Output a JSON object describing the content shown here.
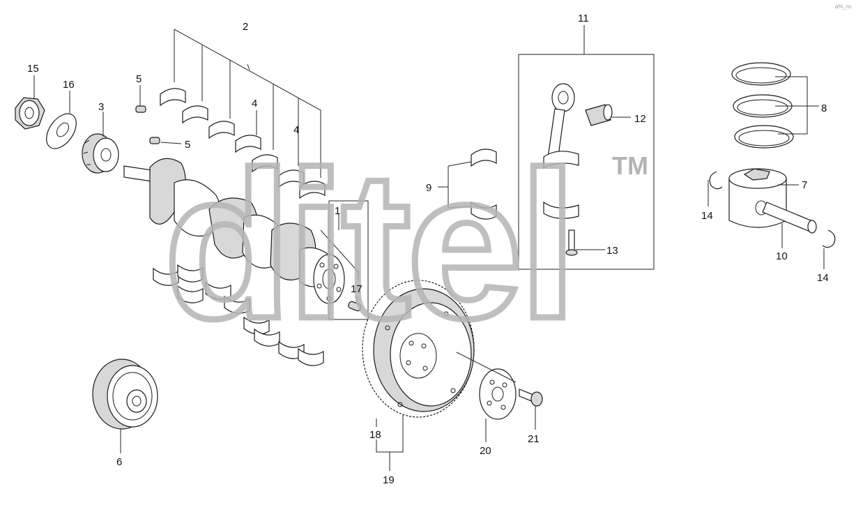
{
  "diagram": {
    "callouts": [
      "1",
      "2",
      "3",
      "4",
      "4",
      "5",
      "5",
      "6",
      "7",
      "8",
      "9",
      "10",
      "11",
      "12",
      "13",
      "14",
      "14",
      "15",
      "16",
      "17",
      "18",
      "19",
      "20",
      "21"
    ]
  },
  "watermark": {
    "text": "ditel",
    "trademark": "TM",
    "color": "#b5b5b5"
  },
  "corner_mark": "a%_ro"
}
